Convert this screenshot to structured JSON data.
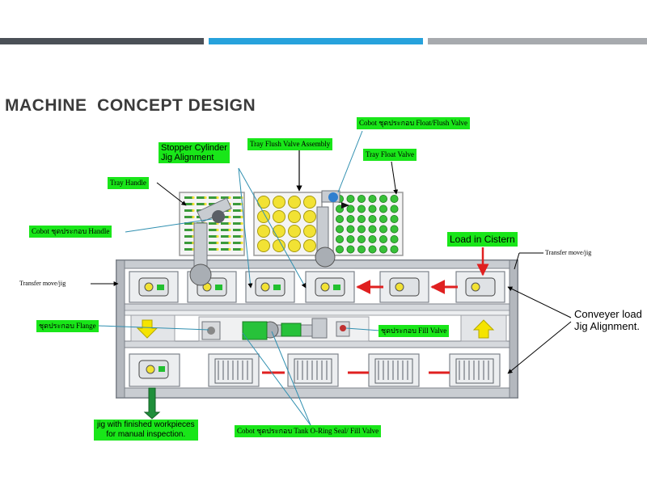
{
  "header": {
    "bar_colors": [
      "#4b5057",
      "#27a2dc",
      "#a7aaae"
    ],
    "title": "MACHINE  CONCEPT DESIGN"
  },
  "labels": {
    "stopper_cylinder": "Stopper Cylinder\nJig Alignment",
    "tray_flush_valve": "Tray Flush Valve Assembly",
    "cobot_float_flush": "Cobot ชุดประกอบ Float/Flush Valve",
    "tray_float_valve": "Tray  Float Valve",
    "tray_handle": "Tray Handle",
    "cobot_handle": "Cobot ชุดประกอบ Handle",
    "load_in_cistern": "Load in Cistern",
    "transfer_move_jig_right": "Transfer move/jig",
    "transfer_move_jig_left": "Transfer move/jig",
    "flange": "ชุดประกอบ Flange",
    "fill_valve": "ชุดประกอบ Fill Valve",
    "conveyer_load": "Conveyer load\nJig Alignment.",
    "jig_finished": "jig with finished workpieces\nfor manual inspection.",
    "cobot_tank": "Cobot ชุดประกอบ Tank O-Ring Seal/ Fill Valve"
  },
  "colors": {
    "label_bg": "#19e619",
    "frame": "#8a8f96",
    "pad_yellow": "#f2e234",
    "red_arrow": "#e02020",
    "yellow_arrow": "#f5e400",
    "leader_line": "#2f8fb0"
  }
}
